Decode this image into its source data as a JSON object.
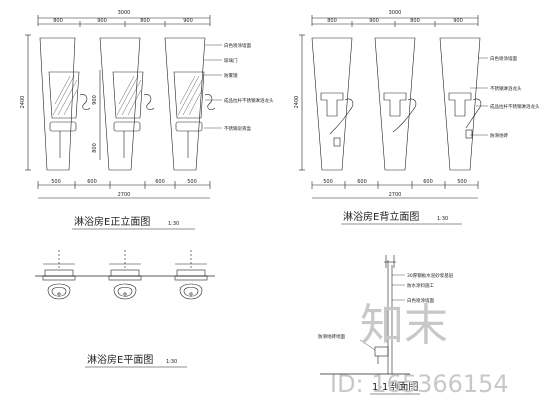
{
  "front_elevation": {
    "title": "淋浴房E正立面图",
    "scale": "1:30",
    "overall_width": "3000",
    "overall_height": "2400",
    "top_dims": [
      "800",
      "900",
      "800",
      "900"
    ],
    "bottom_dims": [
      "500",
      "600",
      "600",
      "500"
    ],
    "bottom_total": "2700",
    "side_dims": [
      "900",
      "800"
    ],
    "notes": [
      "白色喷涂墙面",
      "玻璃门",
      "防雾镜",
      "成品拉杆不锈钢淋浴龙头",
      "不锈钢皂液盒"
    ]
  },
  "back_elevation": {
    "title": "淋浴房E背立面图",
    "scale": "1:30",
    "overall_width": "3000",
    "overall_height": "2400",
    "top_dims": [
      "800",
      "900",
      "800",
      "900"
    ],
    "bottom_dims": [
      "500",
      "600",
      "600",
      "500"
    ],
    "bottom_total": "2700",
    "notes": [
      "白色喷涂墙面",
      "不锈钢淋浴龙头",
      "成品拉杆不锈钢淋浴龙头",
      "防滑地砖"
    ]
  },
  "plan": {
    "title": "淋浴房E平面图",
    "scale": "1:30"
  },
  "section": {
    "title": "1-1剖面图",
    "notes": [
      "30厚钢板水泥砂浆基层",
      "防水涂料施工",
      "白色喷涂墙面",
      "防滑地砖地面"
    ]
  },
  "watermark": {
    "brand": "知末",
    "id_text": "ID: 165366154"
  }
}
